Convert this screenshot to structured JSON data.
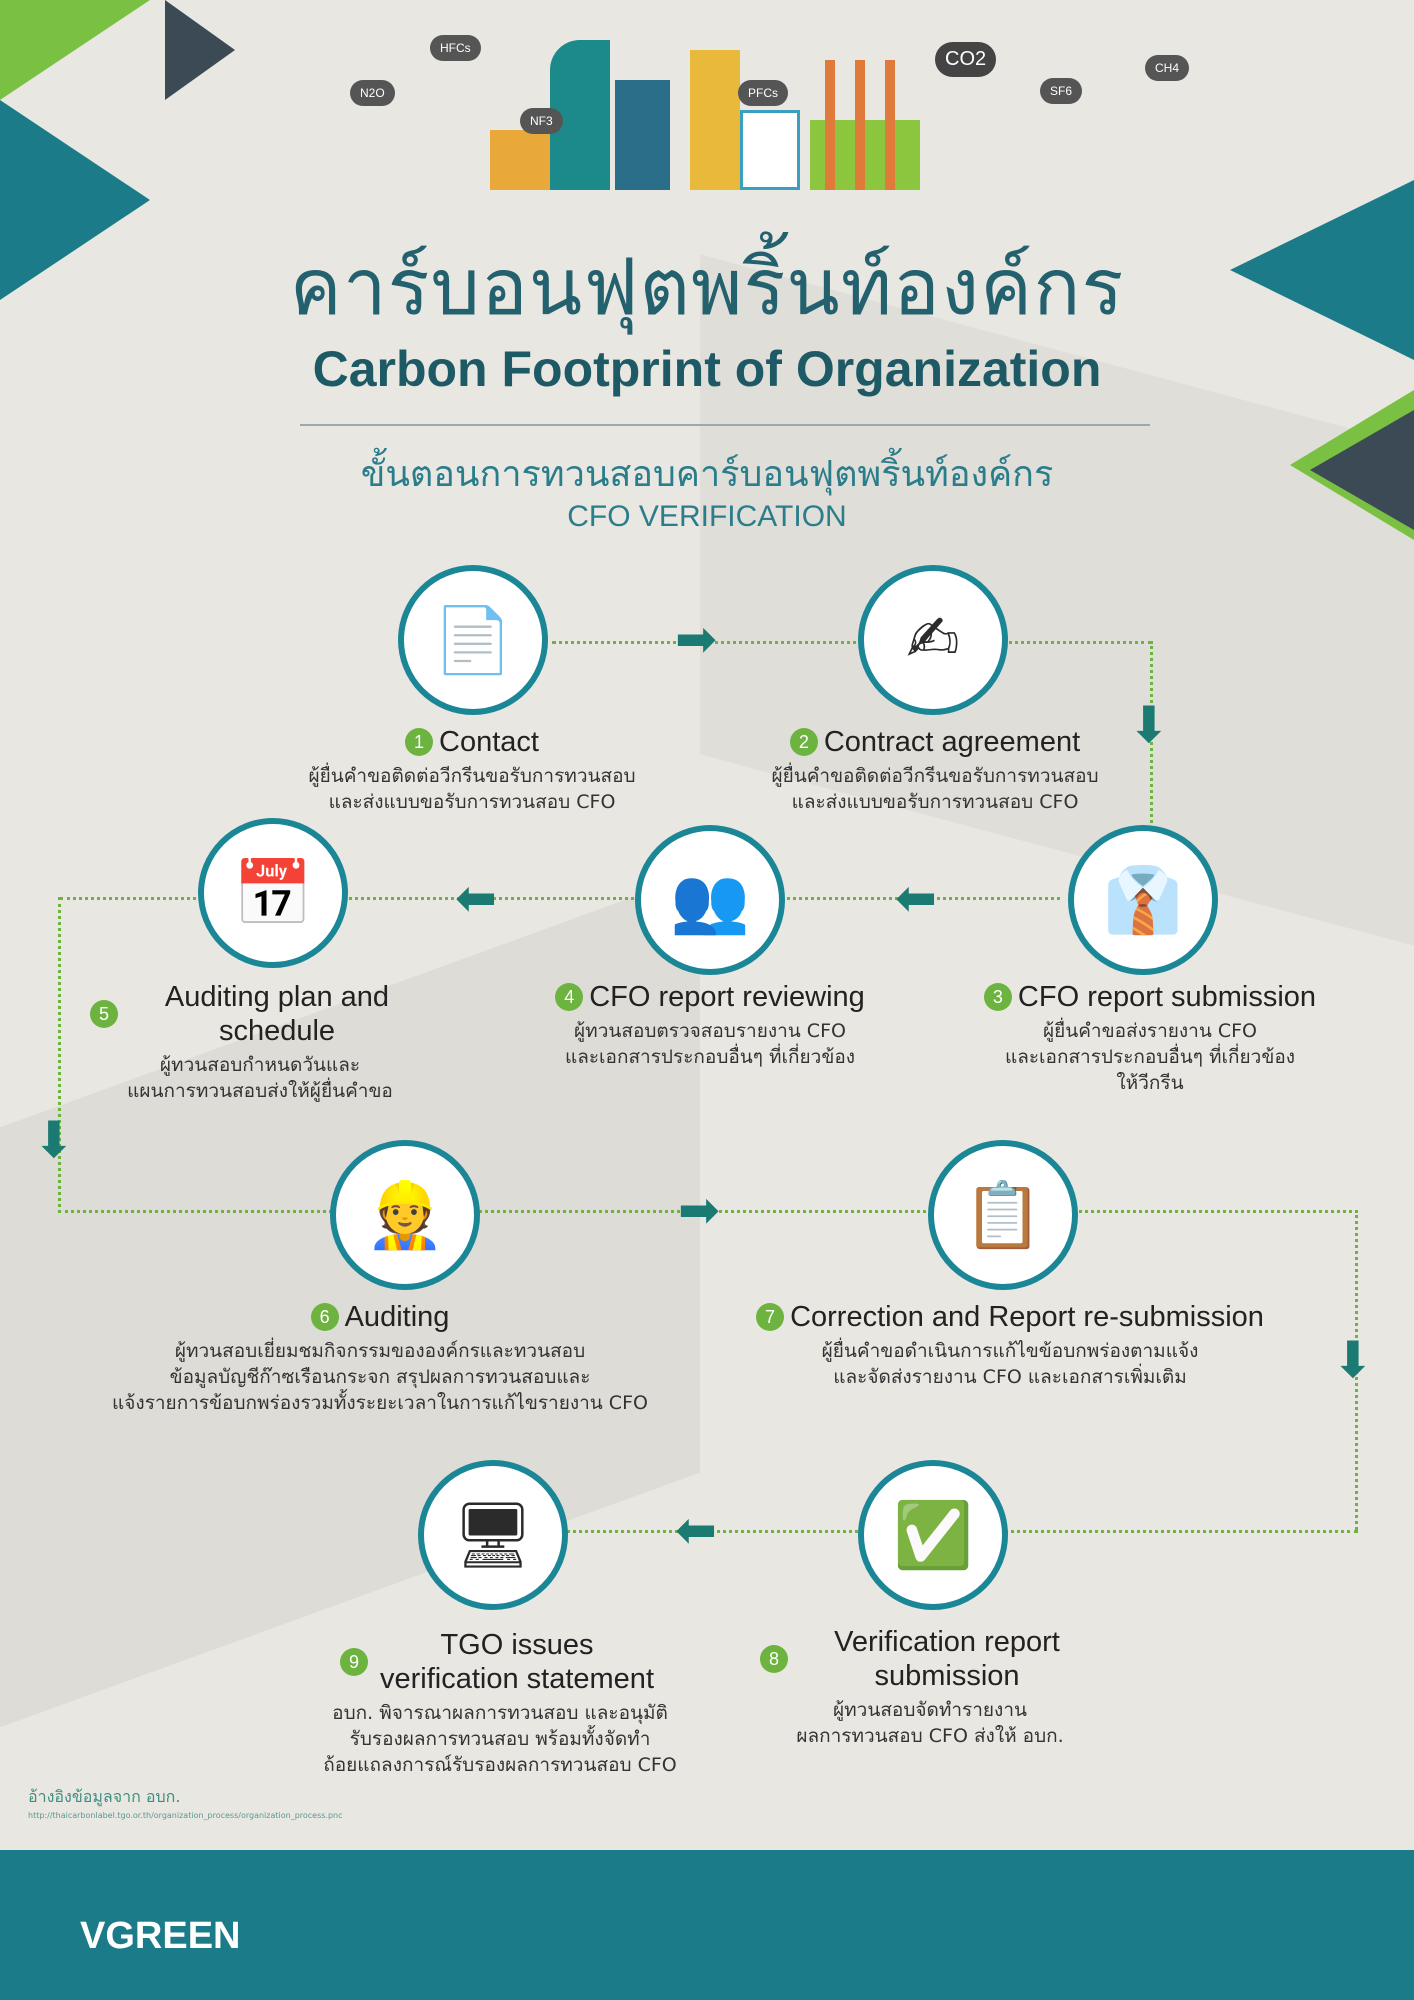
{
  "header": {
    "title_th": "คาร์บอนฟุตพริ้นท์องค์กร",
    "title_en": "Carbon Footprint of Organization",
    "subtitle_th": "ขั้นตอนการทวนสอบคาร์บอนฟุตพริ้นท์องค์กร",
    "subtitle_en": "CFO VERIFICATION",
    "gases": [
      "HFCs",
      "N2O",
      "NF3",
      "PFCs",
      "CO2",
      "SF6",
      "CH4"
    ]
  },
  "steps": [
    {
      "num": "1",
      "title": "Contact",
      "desc": [
        "ผู้ยื่นคำขอติดต่อวีกรีนขอรับการทวนสอบ",
        "และส่งแบบขอรับการทวนสอบ CFO"
      ],
      "icon": "document-chart-icon"
    },
    {
      "num": "2",
      "title": "Contract agreement",
      "desc": [
        "ผู้ยื่นคำขอติดต่อวีกรีนขอรับการทวนสอบ",
        "และส่งแบบขอรับการทวนสอบ CFO"
      ],
      "icon": "person-signing-icon"
    },
    {
      "num": "3",
      "title": "CFO report submission",
      "desc": [
        "ผู้ยื่นคำขอส่งรายงาน CFO",
        "และเอกสารประกอบอื่นๆ ที่เกี่ยวข้อง",
        "ให้วีกรีน"
      ],
      "icon": "meeting-icon"
    },
    {
      "num": "4",
      "title": "CFO report reviewing",
      "desc": [
        "ผู้ทวนสอบตรวจสอบรายงาน CFO",
        "และเอกสารประกอบอื่นๆ ที่เกี่ยวข้อง"
      ],
      "icon": "discussion-icon"
    },
    {
      "num": "5",
      "title": "Auditing plan and schedule",
      "desc": [
        "ผู้ทวนสอบกำหนดวันและ",
        "แผนการทวนสอบส่งให้ผู้ยื่นคำขอ"
      ],
      "icon": "calendar-clock-icon"
    },
    {
      "num": "6",
      "title": "Auditing",
      "desc": [
        "ผู้ทวนสอบเยี่ยมชมกิจกรรมขององค์กรและทวนสอบ",
        "ข้อมูลบัญชีก๊าซเรือนกระจก สรุปผลการทวนสอบและ",
        "แจ้งรายการข้อบกพร่องรวมทั้งระยะเวลาในการแก้ไขรายงาน CFO"
      ],
      "icon": "engineers-icon"
    },
    {
      "num": "7",
      "title": "Correction and Report re-submission",
      "desc": [
        "ผู้ยื่นคำขอดำเนินการแก้ไขข้อบกพร่องตามแจ้ง",
        "และจัดส่งรายงาน CFO และเอกสารเพิ่มเติม"
      ],
      "icon": "checklist-icon"
    },
    {
      "num": "8",
      "title": "Verification report submission",
      "desc": [
        "ผู้ทวนสอบจัดทำรายงาน",
        "ผลการทวนสอบ CFO ส่งให้ อบก."
      ],
      "icon": "clipboard-check-icon"
    },
    {
      "num": "9",
      "title": "TGO issues verification statement",
      "desc": [
        "อบก. พิจารณาผลการทวนสอบ และอนุมัติ",
        "รับรองผลการทวนสอบ พร้อมทั้งจัดทำ",
        "ถ้อยแถลงการณ์รับรองผลการทวนสอบ CFO"
      ],
      "icon": "computer-user-icon"
    }
  ],
  "footer": {
    "reference": "อ้างอิงข้อมูลจาก อบก.",
    "url": "http://thaicarbonlabel.tgo.or.th/organization_process/organization_process.pnc",
    "logo": "VGREEN"
  },
  "colors": {
    "teal": "#1c7b88",
    "green": "#6db33f",
    "background": "#e9e7e1"
  }
}
